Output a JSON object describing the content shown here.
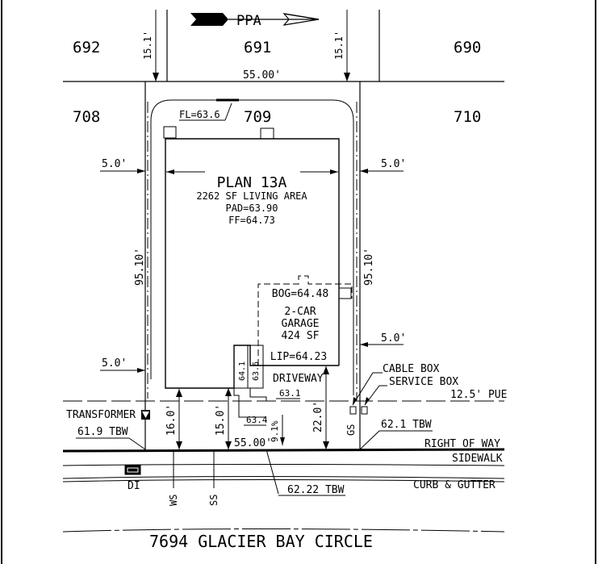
{
  "lots": {
    "l692": "692",
    "l691": "691",
    "l690": "690",
    "l708": "708",
    "l709": "709",
    "l710": "710"
  },
  "north_arrow_label": "PPA",
  "dims": {
    "top_width": "55.00'",
    "bottom_width": "55.00'",
    "setback_top_left": "15.1'",
    "setback_top_right": "15.1'",
    "left_side": "95.10'",
    "right_side": "95.10'",
    "side_left_top": "5.0'",
    "side_right_top": "5.0'",
    "side_left_bottom": "5.0'",
    "side_right_bottom": "5.0'",
    "front_left": "16.0'",
    "front_mid": "15.0'",
    "front_right": "22.0'",
    "pue": "12.5' PUE",
    "slope": "9.1%"
  },
  "plan": {
    "title": "PLAN 13A",
    "living_area": "2262 SF LIVING AREA",
    "pad": "PAD=63.90",
    "ff": "FF=64.73"
  },
  "garage": {
    "bog": "BOG=64.48",
    "line1": "2-CAR",
    "line2": "GARAGE",
    "area": "424 SF",
    "lip": "LIP=64.23"
  },
  "elevations": {
    "fl": "FL=63.6",
    "e641": "64.1",
    "e636": "63.6",
    "e631": "63.1",
    "e634": "63.4",
    "tbw_left": "61.9 TBW",
    "tbw_right": "62.1 TBW",
    "tbw_bottom": "62.22 TBW"
  },
  "labels": {
    "driveway": "DRIVEWAY",
    "cable_box": "CABLE BOX",
    "service_box": "SERVICE BOX",
    "transformer": "TRANSFORMER",
    "right_of_way": "RIGHT OF WAY",
    "sidewalk": "SIDEWALK",
    "curb_gutter": "CURB & GUTTER",
    "di": "DI",
    "ws": "WS",
    "ss": "SS",
    "gs": "GS"
  },
  "street": "7694 GLACIER BAY CIRCLE"
}
